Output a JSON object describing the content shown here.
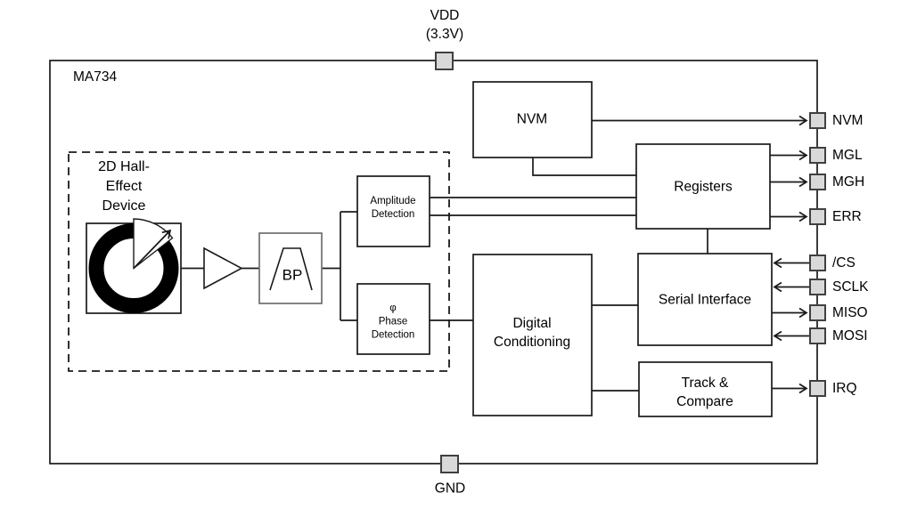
{
  "device": {
    "name": "MA734"
  },
  "power": {
    "vdd_label": "VDD\n(3.3V)",
    "gnd_label": "GND"
  },
  "blocks": {
    "hall": {
      "label": "2D Hall-\nEffect\nDevice"
    },
    "amplifier": {
      "label": ""
    },
    "bandpass": {
      "label": "BP"
    },
    "amplitude": {
      "label": "Amplitude\nDetection"
    },
    "phase": {
      "label": "φ\nPhase\nDetection"
    },
    "nvm": {
      "label": "NVM"
    },
    "registers": {
      "label": "Registers"
    },
    "digital": {
      "label": "Digital\nConditioning"
    },
    "serial": {
      "label": "Serial Interface"
    },
    "track": {
      "label": "Track &\nCompare"
    }
  },
  "pins": [
    {
      "label": "NVM",
      "direction": "output"
    },
    {
      "label": "MGL",
      "direction": "output"
    },
    {
      "label": "MGH",
      "direction": "output"
    },
    {
      "label": "ERR",
      "direction": "output"
    },
    {
      "label": "/CS",
      "direction": "input"
    },
    {
      "label": "SCLK",
      "direction": "input"
    },
    {
      "label": "MISO",
      "direction": "output"
    },
    {
      "label": "MOSI",
      "direction": "input"
    },
    {
      "label": "IRQ",
      "direction": "output"
    }
  ],
  "colors": {
    "line": "#1a1a1a",
    "pin_fill": "#d9d9d9",
    "pin_border": "#404040",
    "background": "#ffffff"
  }
}
